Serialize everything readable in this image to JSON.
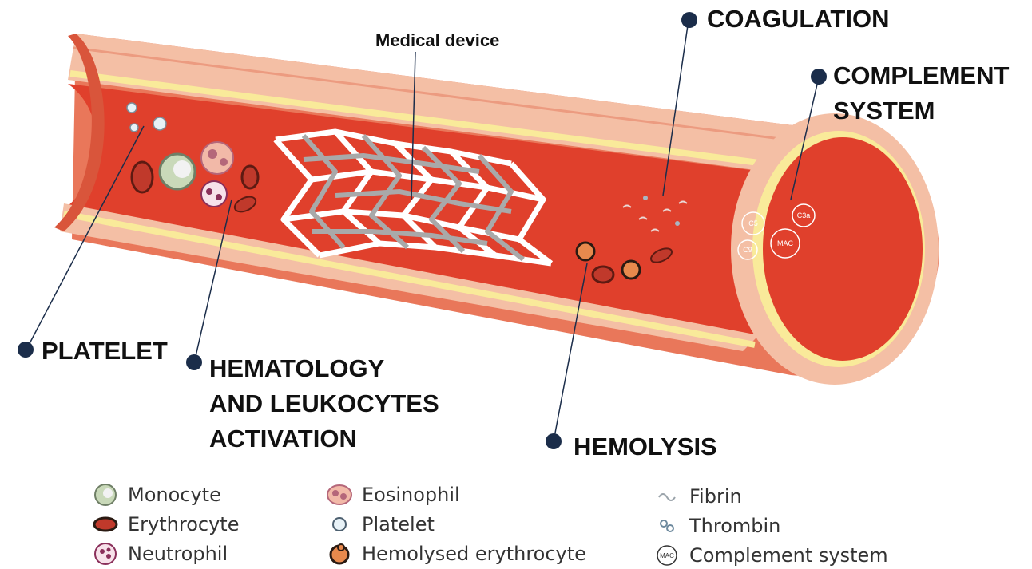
{
  "device_label": "Medical device",
  "callouts": {
    "coagulation": "COAGULATION",
    "complement": "COMPLEMENT\nSYSTEM",
    "platelet": "PLATELET",
    "hematology": "HEMATOLOGY\nAND LEUKOCYTES\nACTIVATION",
    "hemolysis": "HEMOLYSIS"
  },
  "complement_markers": {
    "c5": "C5",
    "c3a": "C3a",
    "mac": "MAC",
    "c9": "C9"
  },
  "legend": {
    "monocyte": "Monocyte",
    "erythrocyte": "Erythrocyte",
    "neutrophil": "Neutrophil",
    "eosinophil": "Eosinophil",
    "platelet": "Platelet",
    "hemolysed": "Hemolysed erythrocyte",
    "fibrin": "Fibrin",
    "thrombin": "Thrombin",
    "complement": "Complement system",
    "mac_icon": "MAC"
  },
  "colors": {
    "dot": "#1b2d4a",
    "vessel_outer": "#e9775a",
    "vessel_wall": "#f4bfa5",
    "lumen": "#e0402c",
    "intima_yellow": "#f9ea9a"
  }
}
